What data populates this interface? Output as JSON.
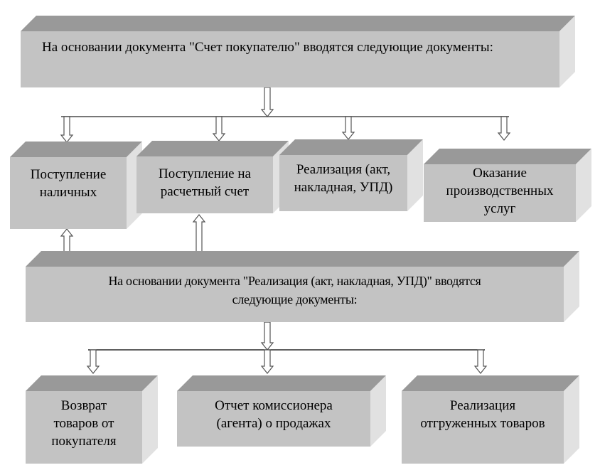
{
  "colors": {
    "front": "#c3c3c3",
    "top": "#999999",
    "side": "#e1e1e1",
    "connector": "#000000",
    "arrow_stroke": "#555555",
    "arrow_fill": "#ffffff"
  },
  "top_block": {
    "text": "На основании документа \"Счет покупателю\" вводятся следующие документы:"
  },
  "level1_items": [
    {
      "id": "cash-receipt",
      "text_lines": [
        "Поступление",
        "наличных"
      ]
    },
    {
      "id": "bank-receipt",
      "text_lines": [
        "Поступление на",
        "расчетный счет"
      ]
    },
    {
      "id": "sales",
      "text_lines": [
        "Реализация (акт,",
        "накладная, УПД)"
      ]
    },
    {
      "id": "production-services",
      "text_lines": [
        "Оказание",
        "производственных",
        "услуг"
      ]
    }
  ],
  "middle_block": {
    "text_lines": [
      "На основании документа \"Реализация (акт, накладная, УПД)\" вводятся",
      "следующие документы:"
    ]
  },
  "level2_items": [
    {
      "id": "customer-return",
      "text_lines": [
        "Возврат",
        "товаров от",
        "покупателя"
      ]
    },
    {
      "id": "commission-report",
      "text_lines": [
        "Отчет комиссионера",
        "(агента) о продажах"
      ]
    },
    {
      "id": "shipped-goods-sales",
      "text_lines": [
        "Реализация",
        "отгруженных товаров"
      ]
    }
  ],
  "edges": [
    {
      "from": "top_block",
      "to": "level1_items",
      "type": "branch-down"
    },
    {
      "from": "middle_block",
      "to": "cash-receipt",
      "type": "arrow-up"
    },
    {
      "from": "middle_block",
      "to": "bank-receipt",
      "type": "arrow-up"
    },
    {
      "from": "middle_block",
      "to": "level2_items",
      "type": "branch-down"
    }
  ]
}
